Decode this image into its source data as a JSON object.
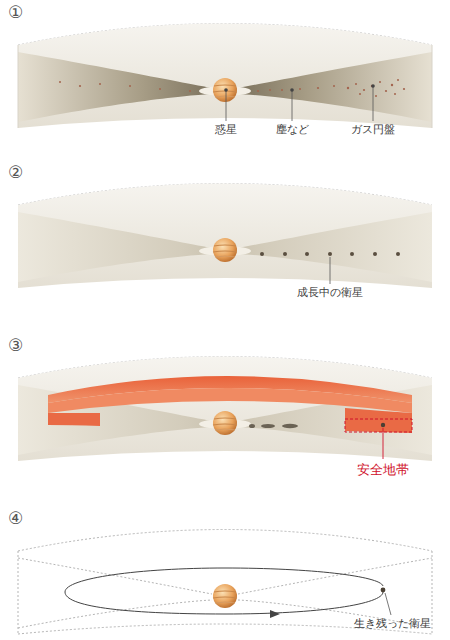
{
  "diagram": {
    "labels": [
      "①",
      "惑星",
      "塵など",
      "ガス円盤",
      "②",
      "成長中の衛星",
      "③",
      "安全地帯",
      "④",
      "生き残った衛星"
    ]
  }
}
